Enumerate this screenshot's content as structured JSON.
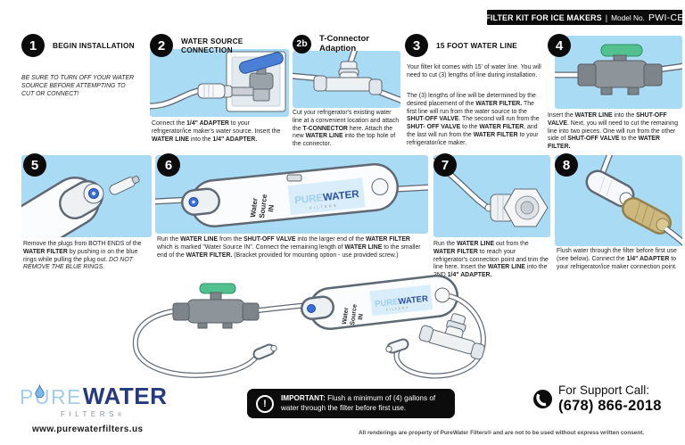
{
  "header": {
    "kit_title": "FILTER KIT FOR ICE MAKERS",
    "separator": "|",
    "model_label": "Model No.",
    "model_value": "PWI-CE"
  },
  "steps": {
    "s1": {
      "num": "1",
      "title": "BEGIN INSTALLATION",
      "body": [
        {
          "t": "BE SURE TO TURN OFF YOUR WATER SOURCE BEFORE ATTEMPTING TO CUT OR CONNECT!",
          "i": true
        }
      ]
    },
    "s2": {
      "num": "2",
      "title": "WATER SOURCE CONNECTION",
      "body": [
        {
          "t": "Connect the "
        },
        {
          "t": "1/4\" ADAPTER",
          "b": true
        },
        {
          "t": " to your refrigerator/ice maker's water source. Insert the "
        },
        {
          "t": "WATER LINE",
          "b": true
        },
        {
          "t": " into the "
        },
        {
          "t": "1/4\" ADAPTER.",
          "b": true
        }
      ]
    },
    "s2b": {
      "num": "2b",
      "title": "T-Connector Adaption",
      "body": [
        {
          "t": "Cut your refrigerator's existing water line at a convenient location and attach the "
        },
        {
          "t": "T-CONNECTOR",
          "b": true
        },
        {
          "t": " here. Attach the new "
        },
        {
          "t": "WATER LINE",
          "b": true
        },
        {
          "t": " into the top hole of the connector."
        }
      ]
    },
    "s3": {
      "num": "3",
      "title": "15 FOOT WATER LINE",
      "body1": [
        {
          "t": "Your filter kit comes with 15' of water line. You will need to cut (3) lengths of line during installation."
        }
      ],
      "body2": [
        {
          "t": "The (3) lengths of line will be determined by the desired placement of the "
        },
        {
          "t": "WATER FILTER.",
          "b": true
        },
        {
          "t": " The first line will run from the water source to the "
        },
        {
          "t": "SHUT-OFF VALVE",
          "b": true
        },
        {
          "t": ". The second will run from the "
        },
        {
          "t": "SHUT- OFF VALVE",
          "b": true
        },
        {
          "t": " to the "
        },
        {
          "t": "WATER FILTER",
          "b": true
        },
        {
          "t": ", and the last will run from the "
        },
        {
          "t": "WATER FILTER",
          "b": true
        },
        {
          "t": " to your refrigerator/ice maker."
        }
      ]
    },
    "s4": {
      "num": "4",
      "body": [
        {
          "t": "Insert the "
        },
        {
          "t": "WATER LINE",
          "b": true
        },
        {
          "t": " into the "
        },
        {
          "t": "SHUT-OFF VALVE",
          "b": true
        },
        {
          "t": ". Next, you will need to cut the remaining line into two pieces. One will run from the other side of "
        },
        {
          "t": "SHUT-OFF VALVE",
          "b": true
        },
        {
          "t": " to the "
        },
        {
          "t": "WATER FILTER.",
          "b": true
        }
      ]
    },
    "s5": {
      "num": "5",
      "body": [
        {
          "t": "Remove the plugs from BOTH ENDS of the "
        },
        {
          "t": "WATER FILTER",
          "b": true
        },
        {
          "t": " by pushing in on the blue rings while pulling the plug out. "
        },
        {
          "t": "DO NOT REMOVE THE BLUE RINGS.",
          "i": true
        }
      ]
    },
    "s6": {
      "num": "6",
      "body": [
        {
          "t": "Run the "
        },
        {
          "t": "WATER LINE",
          "b": true
        },
        {
          "t": " from the "
        },
        {
          "t": "SHUT-OFF VALVE",
          "b": true
        },
        {
          "t": " into the larger end of the "
        },
        {
          "t": "WATER FILTER",
          "b": true
        },
        {
          "t": " which is marked \"Water Source IN\". Connect the remaining length of "
        },
        {
          "t": "WATER LINE",
          "b": true
        },
        {
          "t": " to the smaller end of the "
        },
        {
          "t": "WATER FILTER.",
          "b": true
        },
        {
          "t": " (Bracket provided for mounting option - use provided screw.)"
        }
      ]
    },
    "s7": {
      "num": "7",
      "body": [
        {
          "t": "Run the "
        },
        {
          "t": "WATER LINE",
          "b": true
        },
        {
          "t": " out from the "
        },
        {
          "t": "WATER FILTER",
          "b": true
        },
        {
          "t": " to reach your refrigerator's connection point and trim the line here. Insert the "
        },
        {
          "t": "WATER LINE",
          "b": true
        },
        {
          "t": " into the 2ND "
        },
        {
          "t": "1/4\" ADAPTER.",
          "b": true
        }
      ]
    },
    "s8": {
      "num": "8",
      "body": [
        {
          "t": "Flush water through the filter before first use (see below). Connect the "
        },
        {
          "t": "1/4\" ADAPTER",
          "b": true
        },
        {
          "t": " to your refrigerator/ice maker connection point."
        }
      ]
    }
  },
  "filter_graphic": {
    "label_word1": "Water",
    "label_word2": "Source",
    "label_word3": "IN",
    "brand_pure": "PURE",
    "brand_water": "WATER",
    "brand_filters": "FILTERS"
  },
  "footer": {
    "logo": {
      "pure": "PURE",
      "water": "WATER",
      "filters_line": "FILTERS",
      "reg": "®",
      "url": "www.purewaterfilters.us"
    },
    "important": [
      {
        "t": "IMPORTANT:",
        "b": true
      },
      {
        "t": " Flush a minimum of (4) gallons of water through the filter before first use."
      }
    ],
    "support": {
      "label": "For Support Call:",
      "phone": "(678) 866-2018"
    },
    "fineprint": "All renderings are property of PureWater Filters® and are not to be used without express written consent."
  },
  "colors": {
    "illustration_bg": "#a9dbf4",
    "black": "#0b0b0b",
    "logo_light_blue": "#a5cdea",
    "logo_navy": "#24397e",
    "blue_handle": "#4a7fd6",
    "green_handle": "#52c190",
    "blue_ring": "#3a6fd8",
    "brass": "#c7b277"
  }
}
